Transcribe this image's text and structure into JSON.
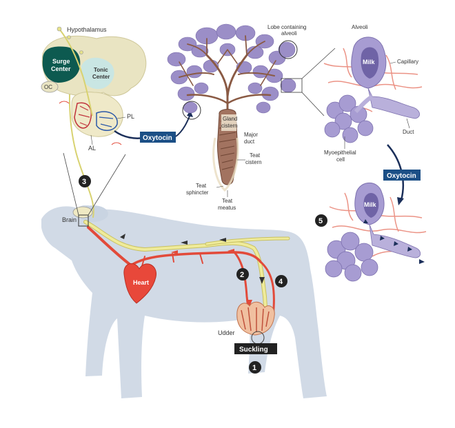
{
  "labels": {
    "hypothalamus": "Hypothalamus",
    "surge_center_1": "Surge",
    "surge_center_2": "Center",
    "tonic_center_1": "Tonic",
    "tonic_center_2": "Center",
    "oc": "OC",
    "pl": "PL",
    "al": "AL",
    "lobe_1": "Lobe containing",
    "lobe_2": "alveoli",
    "gland_cistern_1": "Gland",
    "gland_cistern_2": "cistern",
    "major_duct_1": "Major",
    "major_duct_2": "duct",
    "teat_cistern_1": "Teat",
    "teat_cistern_2": "cistern",
    "teat_sphincter_1": "Teat",
    "teat_sphincter_2": "sphincter",
    "teat_meatus_1": "Teat",
    "teat_meatus_2": "meatus",
    "alveoli": "Alveoli",
    "milk_top": "Milk",
    "milk_bottom": "Milk",
    "capillary": "Capillary",
    "duct": "Duct",
    "myoepithelial_1": "Myoepithelial",
    "myoepithelial_2": "cell",
    "brain": "Brain",
    "heart": "Heart",
    "udder": "Udder"
  },
  "boxes": {
    "oxytocin_left": "Oxytocin",
    "oxytocin_right": "Oxytocin",
    "suckling": "Suckling"
  },
  "steps": [
    "1",
    "2",
    "3",
    "4",
    "5"
  ],
  "colors": {
    "cow": "#c9d4e2",
    "surge": "#0d5a50",
    "tonic": "#c9e6e3",
    "hypothalamus": "#e9e4c2",
    "lobe": "#9b8ec7",
    "duct_brown": "#8a5a44",
    "vessel_red": "#e24a3a",
    "nerve_yellow": "#e6e28a",
    "label_box": "#1b4f86",
    "black_box": "#222222"
  }
}
